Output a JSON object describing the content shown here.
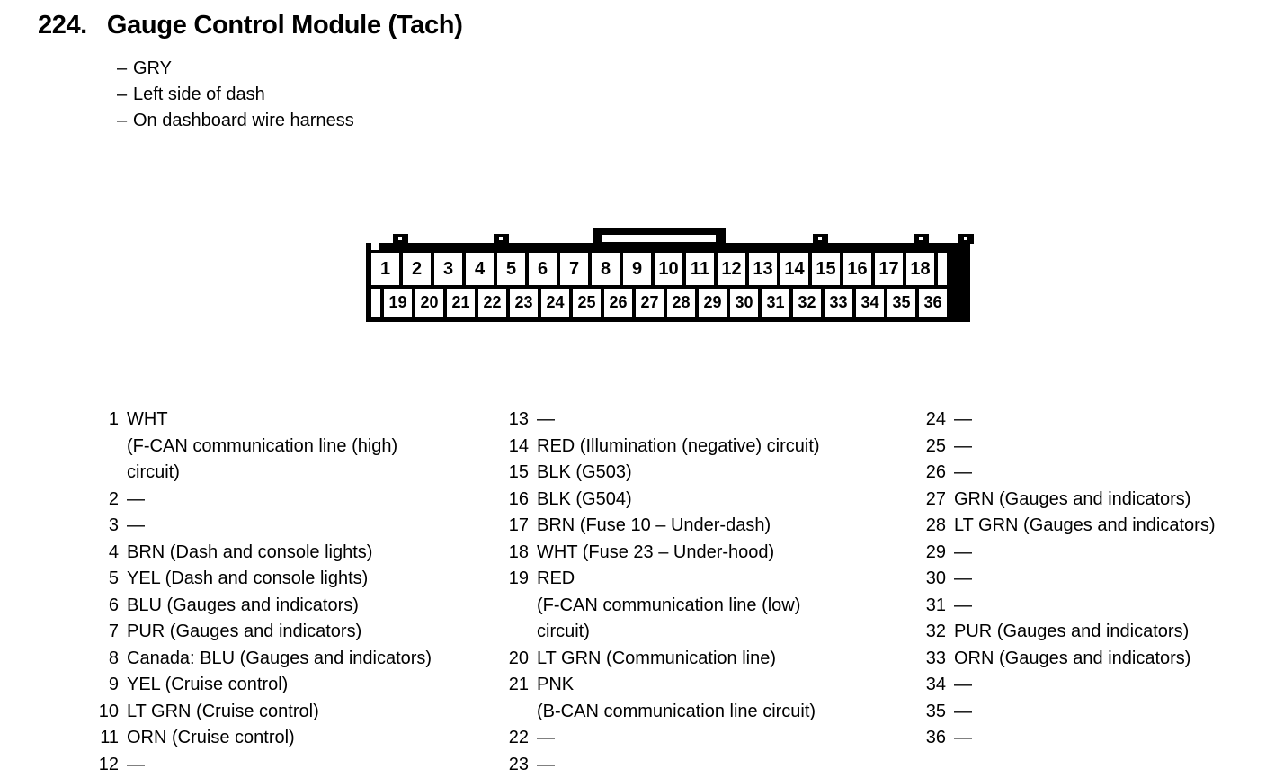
{
  "header": {
    "number": "224.",
    "title": "Gauge Control Module (Tach)",
    "bullets": [
      {
        "dash": "–",
        "text": "GRY"
      },
      {
        "dash": "–",
        "text": "Left side of dash"
      },
      {
        "dash": "–",
        "text": "On dashboard wire harness"
      }
    ]
  },
  "connector": {
    "name": "36-pin connector",
    "top_row": [
      "1",
      "2",
      "3",
      "4",
      "5",
      "6",
      "7",
      "8",
      "9",
      "10",
      "11",
      "12",
      "13",
      "14",
      "15",
      "16",
      "17",
      "18"
    ],
    "bottom_row": [
      "19",
      "20",
      "21",
      "22",
      "23",
      "24",
      "25",
      "26",
      "27",
      "28",
      "29",
      "30",
      "31",
      "32",
      "33",
      "34",
      "35",
      "36"
    ],
    "top_row_trailing_blank": true,
    "bottom_row_leading_blank": true,
    "latch_label": "center-latch"
  },
  "pin_columns": [
    {
      "column": 1,
      "entries": [
        {
          "num": "1",
          "lines": [
            "WHT",
            "(F-CAN communication line (high)",
            "circuit)"
          ]
        },
        {
          "num": "2",
          "lines": [
            "—"
          ]
        },
        {
          "num": "3",
          "lines": [
            "—"
          ]
        },
        {
          "num": "4",
          "lines": [
            "BRN (Dash and console lights)"
          ]
        },
        {
          "num": "5",
          "lines": [
            "YEL (Dash and console lights)"
          ]
        },
        {
          "num": "6",
          "lines": [
            "BLU (Gauges and indicators)"
          ]
        },
        {
          "num": "7",
          "lines": [
            "PUR (Gauges and indicators)"
          ]
        },
        {
          "num": "8",
          "lines": [
            "Canada: BLU (Gauges and indicators)"
          ]
        },
        {
          "num": "9",
          "lines": [
            "YEL (Cruise control)"
          ]
        },
        {
          "num": "10",
          "lines": [
            "LT GRN (Cruise control)"
          ]
        },
        {
          "num": "11",
          "lines": [
            "ORN (Cruise control)"
          ]
        },
        {
          "num": "12",
          "lines": [
            "—"
          ]
        }
      ]
    },
    {
      "column": 2,
      "entries": [
        {
          "num": "13",
          "lines": [
            "—"
          ]
        },
        {
          "num": "14",
          "lines": [
            "RED (Illumination (negative) circuit)"
          ]
        },
        {
          "num": "15",
          "lines": [
            "BLK (G503)"
          ]
        },
        {
          "num": "16",
          "lines": [
            "BLK (G504)"
          ]
        },
        {
          "num": "17",
          "lines": [
            "BRN (Fuse 10 – Under-dash)"
          ]
        },
        {
          "num": "18",
          "lines": [
            "WHT (Fuse 23 – Under-hood)"
          ]
        },
        {
          "num": "19",
          "lines": [
            "RED",
            "(F-CAN communication line (low)",
            "circuit)"
          ]
        },
        {
          "num": "20",
          "lines": [
            "LT GRN (Communication line)"
          ]
        },
        {
          "num": "21",
          "lines": [
            "PNK",
            "(B-CAN communication line circuit)"
          ]
        },
        {
          "num": "22",
          "lines": [
            "—"
          ]
        },
        {
          "num": "23",
          "lines": [
            "—"
          ]
        }
      ]
    },
    {
      "column": 3,
      "entries": [
        {
          "num": "24",
          "lines": [
            "—"
          ]
        },
        {
          "num": "25",
          "lines": [
            "—"
          ]
        },
        {
          "num": "26",
          "lines": [
            "—"
          ]
        },
        {
          "num": "27",
          "lines": [
            "GRN (Gauges and indicators)"
          ]
        },
        {
          "num": "28",
          "lines": [
            "LT GRN (Gauges and indicators)"
          ]
        },
        {
          "num": "29",
          "lines": [
            "—"
          ]
        },
        {
          "num": "30",
          "lines": [
            "—"
          ]
        },
        {
          "num": "31",
          "lines": [
            "—"
          ]
        },
        {
          "num": "32",
          "lines": [
            "PUR (Gauges and indicators)"
          ]
        },
        {
          "num": "33",
          "lines": [
            "ORN (Gauges and indicators)"
          ]
        },
        {
          "num": "34",
          "lines": [
            "—"
          ]
        },
        {
          "num": "35",
          "lines": [
            "—"
          ]
        },
        {
          "num": "36",
          "lines": [
            "—"
          ]
        }
      ]
    }
  ],
  "colors": {
    "ink": "#000000",
    "paper": "#ffffff"
  }
}
